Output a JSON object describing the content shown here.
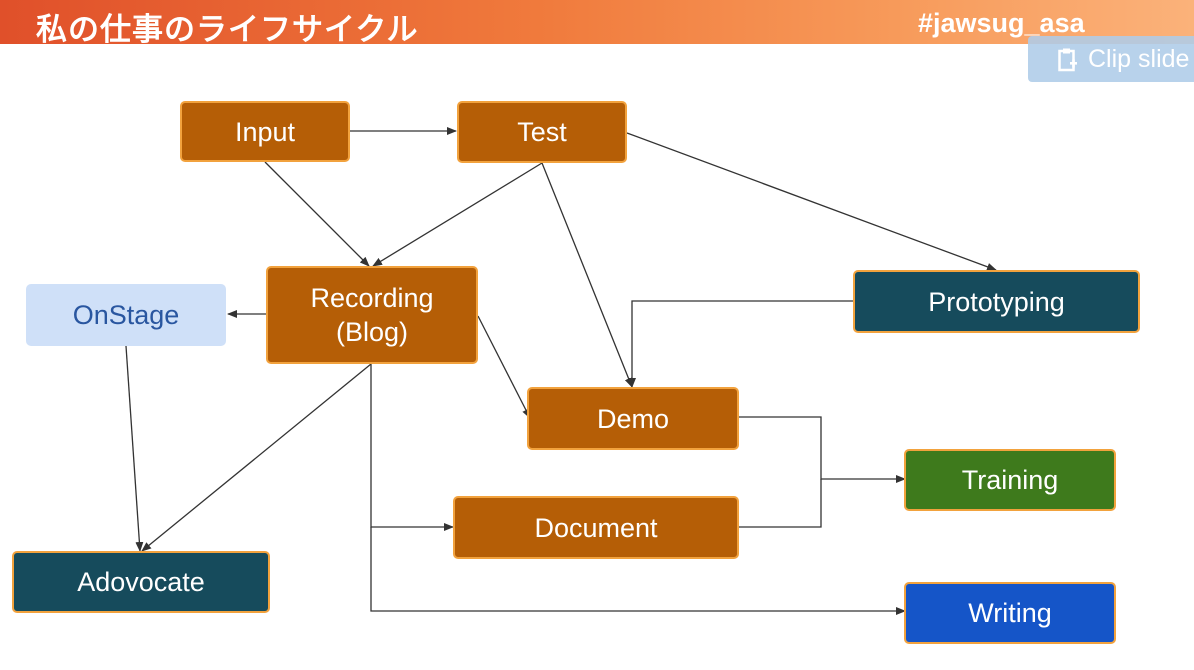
{
  "header": {
    "title": "私の仕事のライフサイクル",
    "hashtag": "#jawsug_asa"
  },
  "clip_button": {
    "label": "Clip slide",
    "icon": "clip-icon"
  },
  "diagram": {
    "nodes": {
      "input": "Input",
      "test": "Test",
      "recording": [
        "Recording",
        "(Blog)"
      ],
      "onstage": "OnStage",
      "prototyping": "Prototyping",
      "demo": "Demo",
      "training": "Training",
      "document": "Document",
      "adovocate": "Adovocate",
      "writing": "Writing"
    },
    "edges": [
      {
        "from": "Input",
        "to": "Test"
      },
      {
        "from": "Input",
        "to": "Recording (Blog)"
      },
      {
        "from": "Test",
        "to": "Recording (Blog)"
      },
      {
        "from": "Test",
        "to": "Demo"
      },
      {
        "from": "Test",
        "to": "Prototyping"
      },
      {
        "from": "Prototyping",
        "to": "Demo"
      },
      {
        "from": "Recording (Blog)",
        "to": "OnStage"
      },
      {
        "from": "Recording (Blog)",
        "to": "Demo"
      },
      {
        "from": "Recording (Blog)",
        "to": "Adovocate"
      },
      {
        "from": "Recording (Blog)",
        "to": "Document"
      },
      {
        "from": "Recording (Blog)",
        "to": "Writing"
      },
      {
        "from": "OnStage",
        "to": "Adovocate"
      },
      {
        "from": "Demo",
        "to": "Training"
      },
      {
        "from": "Document",
        "to": "Training"
      }
    ],
    "colors": {
      "process": "#b55e06",
      "outcome": "#164b5c",
      "training": "#3e7a1c",
      "writing": "#1555c8",
      "onstage": "#cfe0f8",
      "border": "#f2a23d"
    }
  }
}
